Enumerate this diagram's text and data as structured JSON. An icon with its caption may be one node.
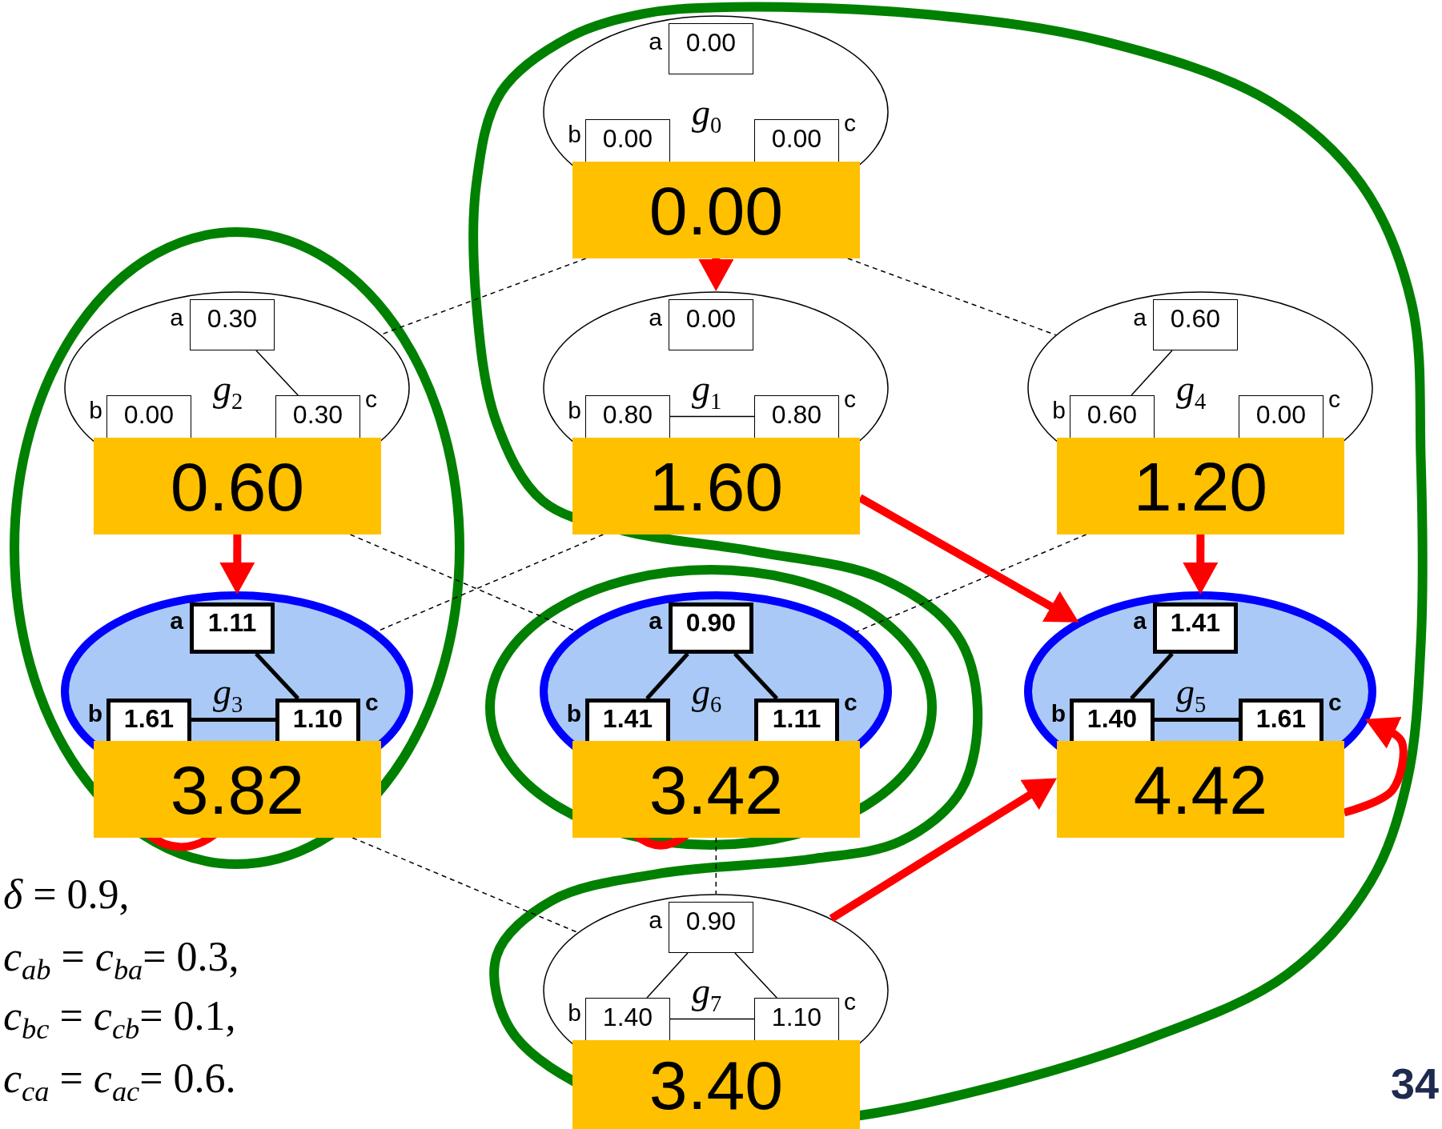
{
  "diagram": {
    "nodes": [
      {
        "text": [
          "*g*$_{0}$"
        ]
      },
      {
        "text": [
          "0.00"
        ],
        "beside": [
          "a"
        ],
        "in": 0
      },
      {
        "text": [
          "0.00"
        ],
        "beside": [
          "b"
        ],
        "in": 0
      },
      {
        "text": [
          "0.00"
        ],
        "beside": [
          "c"
        ],
        "in": 0
      },
      {
        "text": [
          "0.00"
        ]
      },
      {
        "text": [
          "*g*$_{2}$"
        ]
      },
      {
        "text": [
          "0.30"
        ],
        "beside": [
          "a"
        ],
        "in": 5
      },
      {
        "text": [
          "0.00"
        ],
        "beside": [
          "b"
        ],
        "in": 5
      },
      {
        "text": [
          "0.30"
        ],
        "beside": [
          "c"
        ],
        "in": 5
      },
      {
        "text": [
          "0.60"
        ]
      },
      {
        "text": [
          "*g*$_{1}$"
        ]
      },
      {
        "text": [
          "0.00"
        ],
        "beside": [
          "a"
        ],
        "in": 10
      },
      {
        "text": [
          "0.80"
        ],
        "beside": [
          "b"
        ],
        "in": 10
      },
      {
        "text": [
          "0.80"
        ],
        "beside": [
          "c"
        ],
        "in": 10
      },
      {
        "text": [
          "1.60"
        ]
      },
      {
        "text": [
          "*g*$_{4}$"
        ]
      },
      {
        "text": [
          "0.60"
        ],
        "beside": [
          "a"
        ],
        "in": 15
      },
      {
        "text": [
          "0.60"
        ],
        "beside": [
          "b"
        ],
        "in": 15
      },
      {
        "text": [
          "0.00"
        ],
        "beside": [
          "c"
        ],
        "in": 15
      },
      {
        "text": [
          "1.20"
        ]
      },
      {
        "text": [
          "*g*$_{3}$"
        ]
      },
      {
        "text": [
          "1.11"
        ],
        "beside": [
          "a"
        ],
        "in": 20
      },
      {
        "text": [
          "1.61"
        ],
        "beside": [
          "b"
        ],
        "in": 20
      },
      {
        "text": [
          "1.10"
        ],
        "beside": [
          "c"
        ],
        "in": 20
      },
      {
        "text": [
          "3.82"
        ]
      },
      {
        "text": [
          "*g*$_{6}$"
        ]
      },
      {
        "text": [
          "0.90"
        ],
        "beside": [
          "a"
        ],
        "in": 25
      },
      {
        "text": [
          "1.41"
        ],
        "beside": [
          "b"
        ],
        "in": 25
      },
      {
        "text": [
          "1.11"
        ],
        "beside": [
          "c"
        ],
        "in": 25
      },
      {
        "text": [
          "3.42"
        ]
      },
      {
        "text": [
          "*g*$_{5}$"
        ]
      },
      {
        "text": [
          "1.41"
        ],
        "beside": [
          "a"
        ],
        "in": 30
      },
      {
        "text": [
          "1.40"
        ],
        "beside": [
          "b"
        ],
        "in": 30
      },
      {
        "text": [
          "1.61"
        ],
        "beside": [
          "c"
        ],
        "in": 30
      },
      {
        "text": [
          "4.42"
        ]
      },
      {
        "text": [
          "*g*$_{7}$"
        ]
      },
      {
        "text": [
          "0.90"
        ],
        "beside": [
          "a"
        ],
        "in": 35
      },
      {
        "text": [
          "1.40"
        ],
        "beside": [
          "b"
        ],
        "in": 35
      },
      {
        "text": [
          "1.10"
        ],
        "beside": [
          "c"
        ],
        "in": 35
      },
      {
        "text": [
          "3.40"
        ]
      }
    ],
    "edges": [
      {
        "from": 6,
        "to": 8,
        "arrow": "none"
      },
      {
        "from": 12,
        "to": 13,
        "arrow": "none"
      },
      {
        "from": 16,
        "to": 17,
        "arrow": "none"
      },
      {
        "from": 21,
        "to": 23,
        "arrow": "none",
        "style": "thick"
      },
      {
        "from": 22,
        "to": 23,
        "arrow": "none",
        "style": "thick"
      },
      {
        "from": 26,
        "to": 27,
        "arrow": "none",
        "style": "thick"
      },
      {
        "from": 26,
        "to": 28,
        "arrow": "none",
        "style": "thick"
      },
      {
        "from": 31,
        "to": 32,
        "arrow": "none",
        "style": "thick"
      },
      {
        "from": 32,
        "to": 33,
        "arrow": "none",
        "style": "thick"
      },
      {
        "from": 36,
        "to": 37,
        "arrow": "none"
      },
      {
        "from": 36,
        "to": 38,
        "arrow": "none"
      },
      {
        "from": 37,
        "to": 38,
        "arrow": "none"
      },
      {
        "from": 4,
        "to": 5,
        "arrow": "none",
        "style": "dashed"
      },
      {
        "from": 4,
        "to": 15,
        "arrow": "none",
        "style": "dashed"
      },
      {
        "from": 9,
        "to": 25,
        "arrow": "none",
        "style": "dashed"
      },
      {
        "from": 14,
        "to": 20,
        "arrow": "none",
        "style": "dashed"
      },
      {
        "from": 19,
        "to": 25,
        "arrow": "none",
        "style": "dashed"
      },
      {
        "from": 24,
        "to": 35,
        "arrow": "none",
        "style": "dashed"
      },
      {
        "from": 29,
        "to": 35,
        "arrow": "none",
        "style": "dashed"
      },
      {
        "from": 4,
        "to": 10,
        "arrow": "to",
        "style": "thick",
        "color": "#ff0000"
      },
      {
        "from": 9,
        "to": 20,
        "arrow": "to",
        "style": "thick",
        "color": "#ff0000"
      },
      {
        "from": 14,
        "to": 30,
        "arrow": "to",
        "style": "thick",
        "color": "#ff0000"
      },
      {
        "from": 19,
        "to": 30,
        "arrow": "to",
        "style": "thick",
        "color": "#ff0000"
      },
      {
        "from": 35,
        "to": 34,
        "arrow": "to",
        "style": "thick",
        "color": "#ff0000"
      },
      {
        "from": 34,
        "to": 30,
        "arrow": "to",
        "style": "thick",
        "color": "#ff0000"
      }
    ],
    "labels": [
      "*δ* = 0.9,",
      "*c*$_{ab}$ = *c*$_{ba}$= 0.3,",
      "*c*$_{bc}$ = *c*$_{cb}$= 0.1,",
      "*c*$_{ca}$ = *c*$_{ac}$= 0.6.",
      "34"
    ]
  }
}
